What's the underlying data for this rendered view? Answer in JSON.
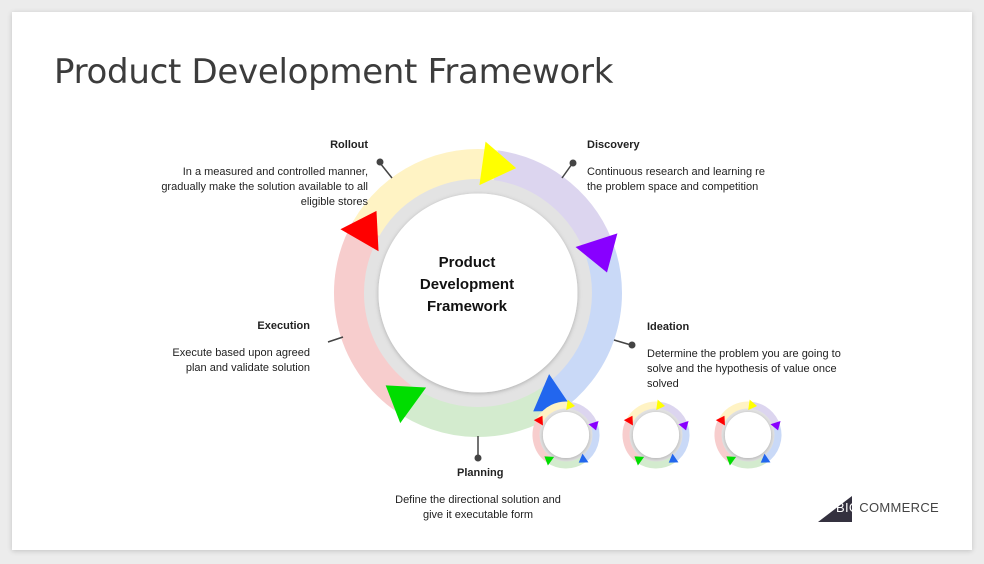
{
  "slide": {
    "title": "Product Development Framework",
    "center": {
      "line1": "Product",
      "line2": "Development",
      "line3": "Framework"
    }
  },
  "stages": {
    "rollout": {
      "name": "Rollout",
      "text": [
        "In a measured and controlled manner,",
        "gradually make the solution available to all",
        "eligible stores"
      ]
    },
    "discovery": {
      "name": "Discovery",
      "text": [
        "Continuous research and learning re",
        "the problem space and competition"
      ]
    },
    "ideation": {
      "name": "Ideation",
      "text": [
        "Determine the problem you are going to",
        "solve and the hypothesis of value once",
        "solved"
      ]
    },
    "planning": {
      "name": "Planning",
      "text": [
        "Define the directional solution and",
        "give it executable form"
      ]
    },
    "execution": {
      "name": "Execution",
      "text": [
        "Execute based upon agreed",
        "plan and validate solution"
      ]
    }
  },
  "colors": {
    "rollout": "#fff3c4",
    "discovery": "#dcd5ef",
    "ideation": "#c9d9f7",
    "planning": "#d3ebce",
    "execution": "#f7cdcd",
    "arrow_yellow": "#ffff00",
    "arrow_purple": "#8800ff",
    "arrow_blue": "#2266ee",
    "arrow_green": "#00dd00",
    "arrow_red": "#ff0000"
  },
  "logo": {
    "big": "BIG",
    "rest": "COMMERCE"
  }
}
